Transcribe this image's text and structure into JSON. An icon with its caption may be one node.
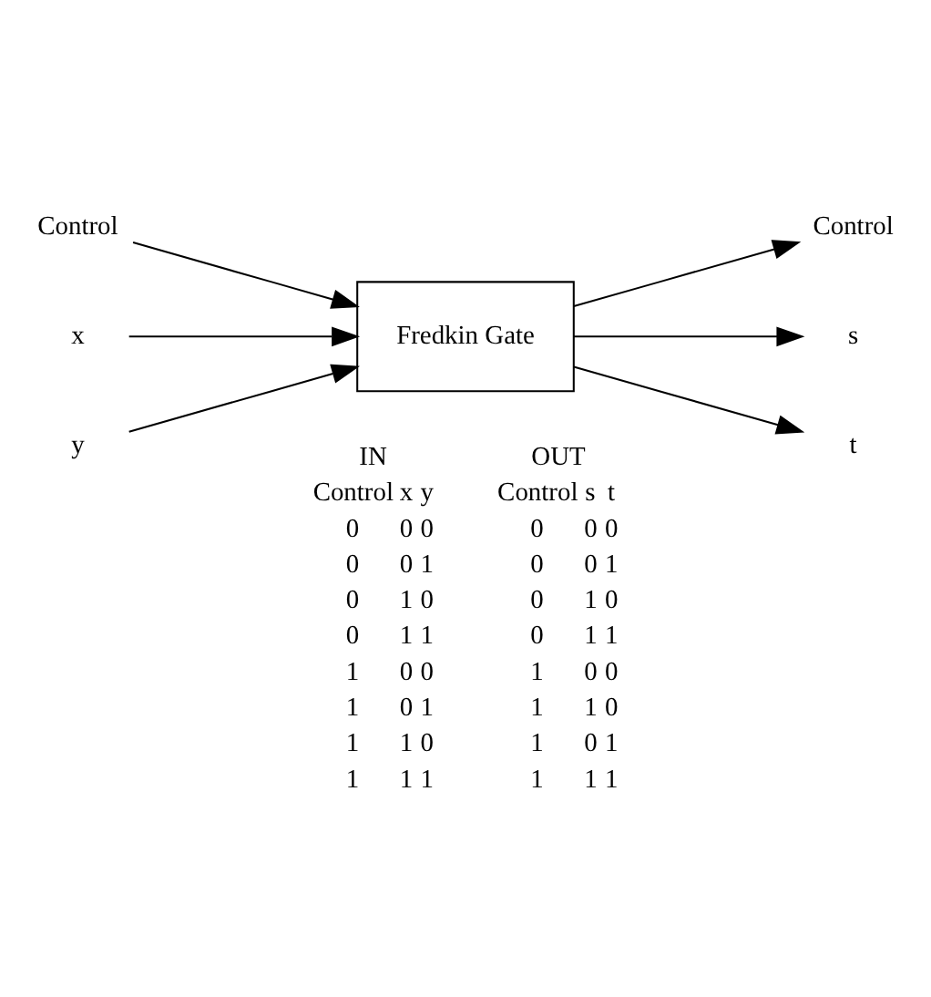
{
  "diagram": {
    "nodes": [
      {
        "text": [
          "Control"
        ]
      },
      {
        "text": [
          "Control"
        ]
      },
      {
        "text": [
          "x"
        ]
      },
      {
        "text": [
          "y"
        ]
      },
      {
        "text": [
          "Fredkin Gate"
        ]
      },
      {
        "text": [
          "s"
        ]
      },
      {
        "text": [
          "t"
        ]
      }
    ],
    "edges": [
      {
        "from": 0,
        "to": 4,
        "arrow": "to"
      },
      {
        "from": 4,
        "to": 1,
        "arrow": "to"
      },
      {
        "from": 2,
        "to": 4,
        "arrow": "to"
      },
      {
        "from": 3,
        "to": 4,
        "arrow": "to"
      },
      {
        "from": 4,
        "to": 5,
        "arrow": "to"
      },
      {
        "from": 4,
        "to": 6,
        "arrow": "to"
      }
    ],
    "labels": [
      "IN",
      "OUT",
      "Control",
      "x",
      "y",
      "Control",
      "s",
      "t",
      "0",
      "0",
      "0",
      "0",
      "0",
      "0",
      "0",
      "0",
      "1",
      "0",
      "0",
      "1",
      "0",
      "1",
      "0",
      "0",
      "1",
      "0",
      "0",
      "1",
      "1",
      "0",
      "1",
      "1",
      "1",
      "0",
      "0",
      "1",
      "0",
      "0",
      "1",
      "0",
      "1",
      "1",
      "1",
      "0",
      "1",
      "1",
      "0",
      "1",
      "0",
      "1",
      "1",
      "1",
      "1",
      "1",
      "1",
      "1"
    ]
  }
}
